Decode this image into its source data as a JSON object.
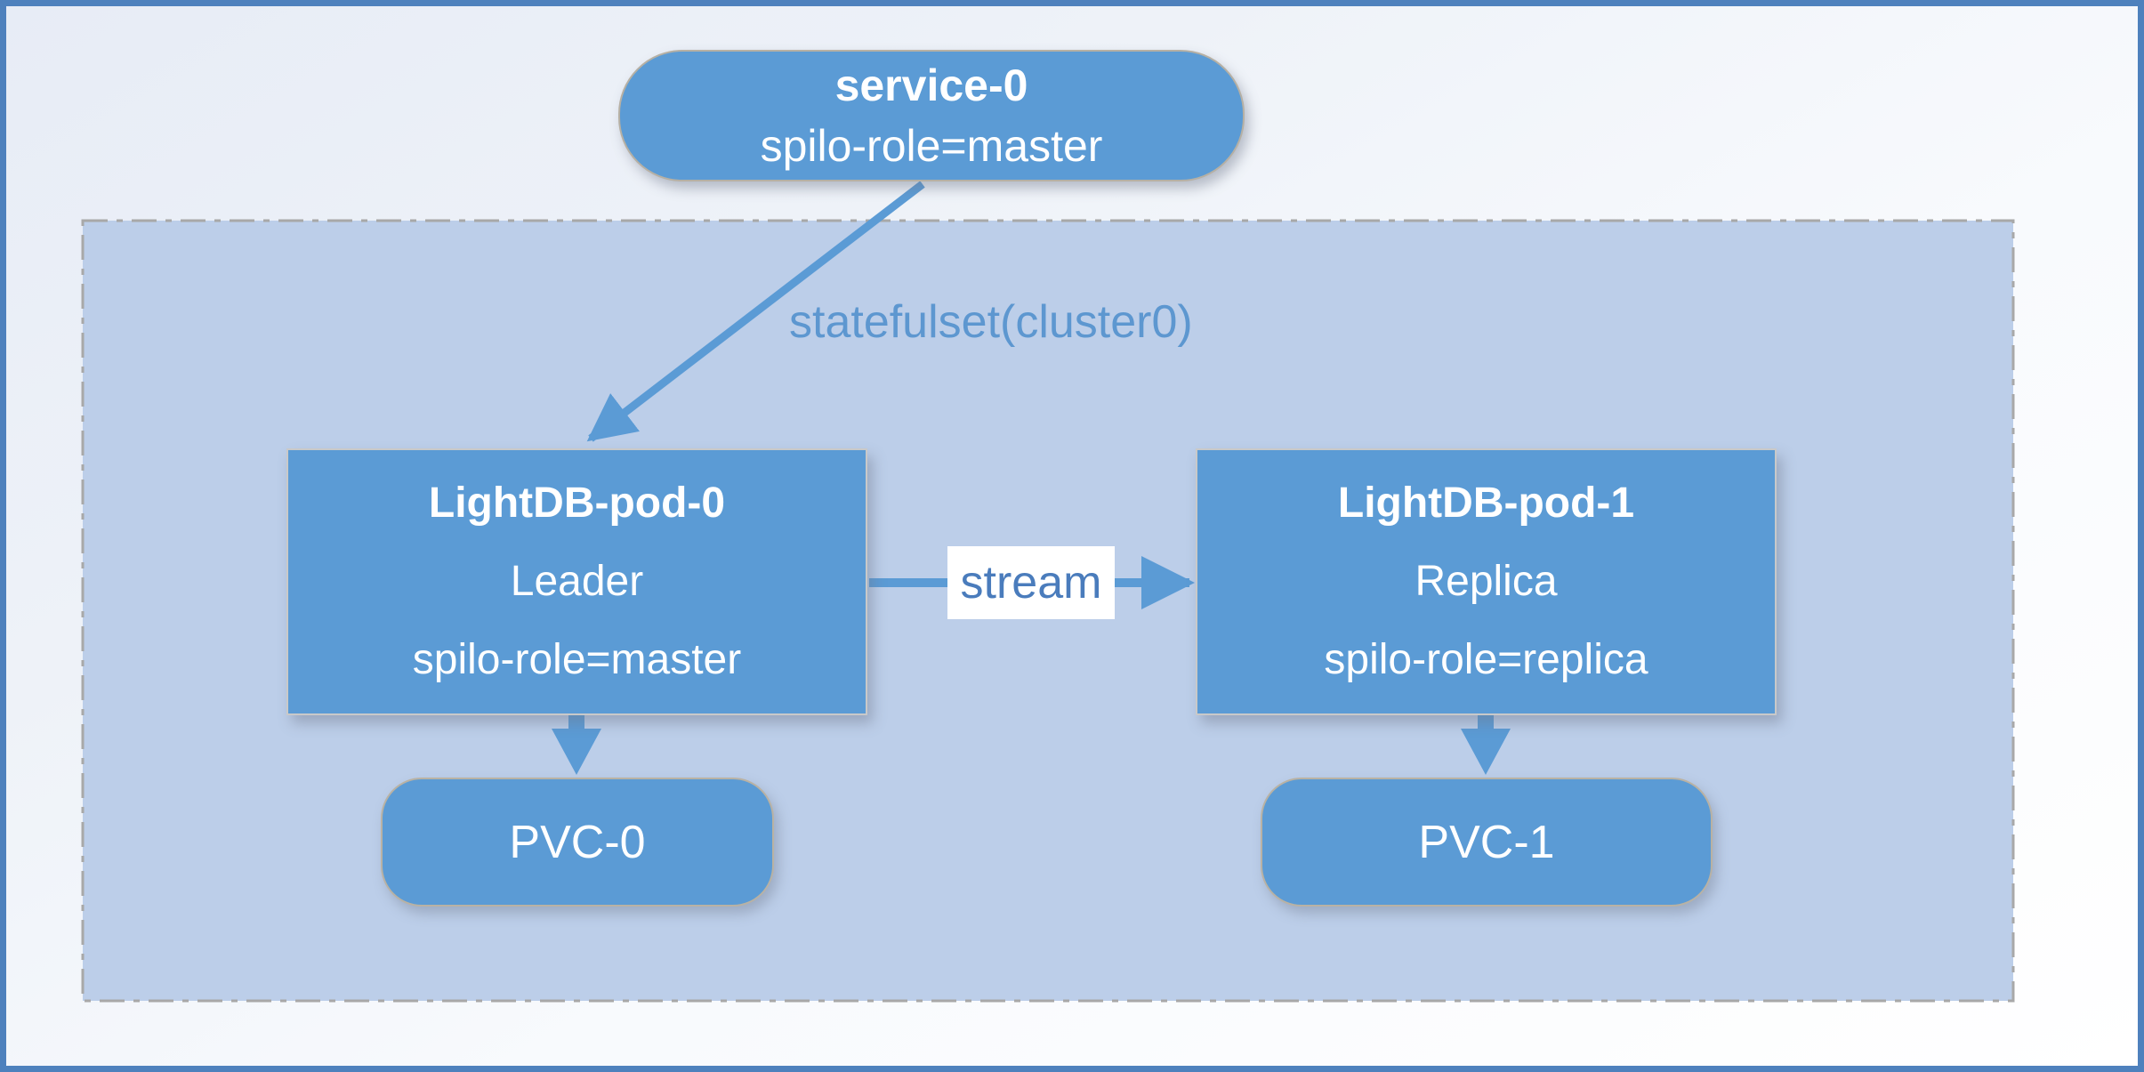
{
  "colors": {
    "frame_border": "#4e81bd",
    "cluster_fill": "#bccee9",
    "cluster_border": "#a8a8a8",
    "node_fill": "#5b9bd5",
    "node_text": "#ffffff",
    "label_text": "#5d97d0",
    "stream_text": "#4a7cbc"
  },
  "diagram": {
    "service": {
      "title": "service-0",
      "subtitle": "spilo-role=master"
    },
    "statefulset_label": "statefulset(cluster0)",
    "pods": [
      {
        "title": "LightDB-pod-0",
        "role": "Leader",
        "selector": "spilo-role=master"
      },
      {
        "title": "LightDB-pod-1",
        "role": "Replica",
        "selector": "spilo-role=replica"
      }
    ],
    "stream_label": "stream",
    "pvcs": [
      {
        "label": "PVC-0"
      },
      {
        "label": "PVC-1"
      }
    ]
  }
}
